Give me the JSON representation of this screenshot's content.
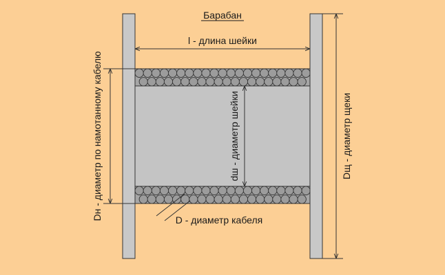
{
  "title": "Барабан",
  "labels": {
    "neck_length": "l - длина шейки",
    "wound_diameter": "Dн - диаметр по намотанному кабелю",
    "neck_diameter": "dш - диаметр шейки",
    "flange_diameter": "Dщ - диаметр щеки",
    "cable_diameter": "D - диаметр кабеля"
  },
  "colors": {
    "background": "#fccf95",
    "flange": "#c8c8c8",
    "neck": "#c4c4c4",
    "cable_band": "#a6a6a6",
    "cable_circle": "#9c9c9c",
    "line": "#333333"
  },
  "cable_rows": 2
}
